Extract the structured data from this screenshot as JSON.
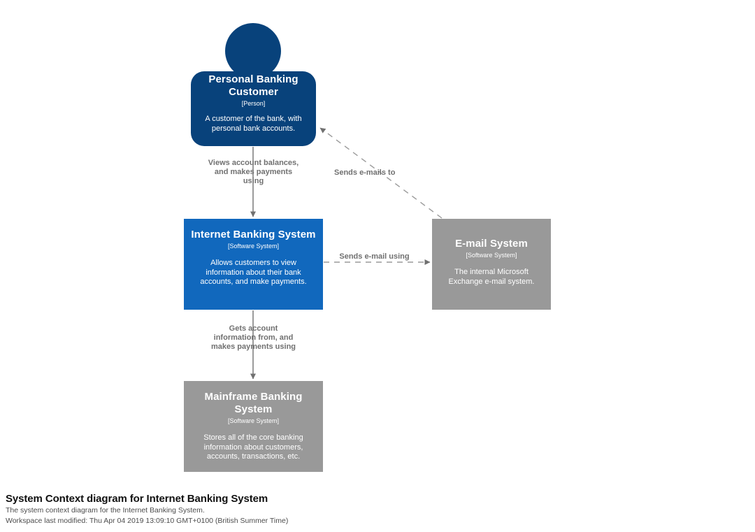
{
  "diagram": {
    "kind": "c4-system-context",
    "colors": {
      "person": "#08427B",
      "internal_system": "#1168BD",
      "external_system": "#999999",
      "edge": "#707070",
      "background": "#ffffff"
    },
    "nodes": [
      {
        "id": "personal-banking-customer",
        "shape": "person",
        "name": "Personal Banking Customer",
        "type": "[Person]",
        "description": "A customer of the bank, with personal bank accounts.",
        "color": "#08427B"
      },
      {
        "id": "internet-banking-system",
        "shape": "box",
        "name": "Internet Banking System",
        "type": "[Software System]",
        "description": "Allows customers to view information about their bank accounts, and make payments.",
        "color": "#1168BD"
      },
      {
        "id": "email-system",
        "shape": "box",
        "name": "E-mail System",
        "type": "[Software System]",
        "description": "The internal Microsoft Exchange e-mail system.",
        "color": "#999999"
      },
      {
        "id": "mainframe-banking-system",
        "shape": "box",
        "name": "Mainframe Banking System",
        "type": "[Software System]",
        "description": "Stores all of the core banking information about customers, accounts, transactions, etc.",
        "color": "#999999"
      }
    ],
    "edges": [
      {
        "id": "customer-to-ibs",
        "from": "personal-banking-customer",
        "to": "internet-banking-system",
        "label": "Views account balances, and makes payments using",
        "style": "solid"
      },
      {
        "id": "ibs-to-mainframe",
        "from": "internet-banking-system",
        "to": "mainframe-banking-system",
        "label": "Gets account information from, and makes payments using",
        "style": "solid"
      },
      {
        "id": "ibs-to-email",
        "from": "internet-banking-system",
        "to": "email-system",
        "label": "Sends e-mail using",
        "style": "dashed"
      },
      {
        "id": "email-to-customer",
        "from": "email-system",
        "to": "personal-banking-customer",
        "label": "Sends e-mails to",
        "style": "dashed"
      }
    ]
  },
  "footer": {
    "title": "System Context diagram for Internet Banking System",
    "description": "The system context diagram for the Internet Banking System.",
    "last_modified": "Workspace last modified: Thu Apr 04 2019 13:09:10 GMT+0100 (British Summer Time)"
  }
}
